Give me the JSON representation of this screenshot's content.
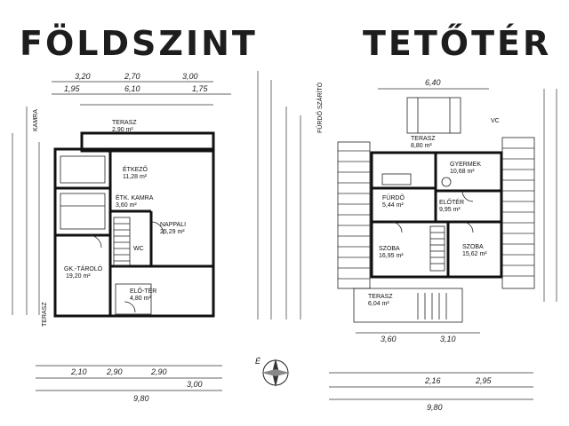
{
  "titles": {
    "ground_floor": "FÖLDSZINT",
    "attic": "TETŐTÉR"
  },
  "ground_floor": {
    "top_dims": [
      "3,20",
      "2,70",
      "3,00",
      "1,95",
      "6,10",
      "1,75"
    ],
    "bottom_dims": [
      "2,10",
      "2,90",
      "2,90",
      "3,00",
      "9,80"
    ],
    "rooms": [
      {
        "name": "TERASZ",
        "area": "2,90 m²"
      },
      {
        "name": "ÉTKEZŐ",
        "area": "11,28 m²"
      },
      {
        "name": "NAPPALI",
        "area": "25,29 m²"
      },
      {
        "name": "ÉTK. KAMRA",
        "area": "3,60 m²"
      },
      {
        "name": "GK.-TÁROLÓ",
        "area": "19,20 m²"
      },
      {
        "name": "WC",
        "area": ""
      },
      {
        "name": "ELŐ-TÉR",
        "area": "4,80 m²"
      }
    ],
    "side_labels": [
      "KAMRA",
      "TERASZ"
    ]
  },
  "attic": {
    "top_dims": [
      "6,40"
    ],
    "bottom_dims": [
      "3,60",
      "3,10",
      "2,16",
      "2,95",
      "9,80"
    ],
    "rooms": [
      {
        "name": "TERASZ",
        "area": "8,80 m²"
      },
      {
        "name": "GYERMEK",
        "area": "10,68 m²"
      },
      {
        "name": "FÜRDŐ",
        "area": "5,44 m²"
      },
      {
        "name": "ELŐTÉR",
        "area": "9,95 m²"
      },
      {
        "name": "SZOBA",
        "area": "16,95 m²"
      },
      {
        "name": "SZOBA",
        "area": "15,62 m²"
      },
      {
        "name": "TERASZ",
        "area": "6,04 m²"
      }
    ],
    "side_labels": [
      "FÜRDŐ SZÁRÍTÓ",
      "VC"
    ]
  },
  "compass": {
    "label": "É"
  }
}
